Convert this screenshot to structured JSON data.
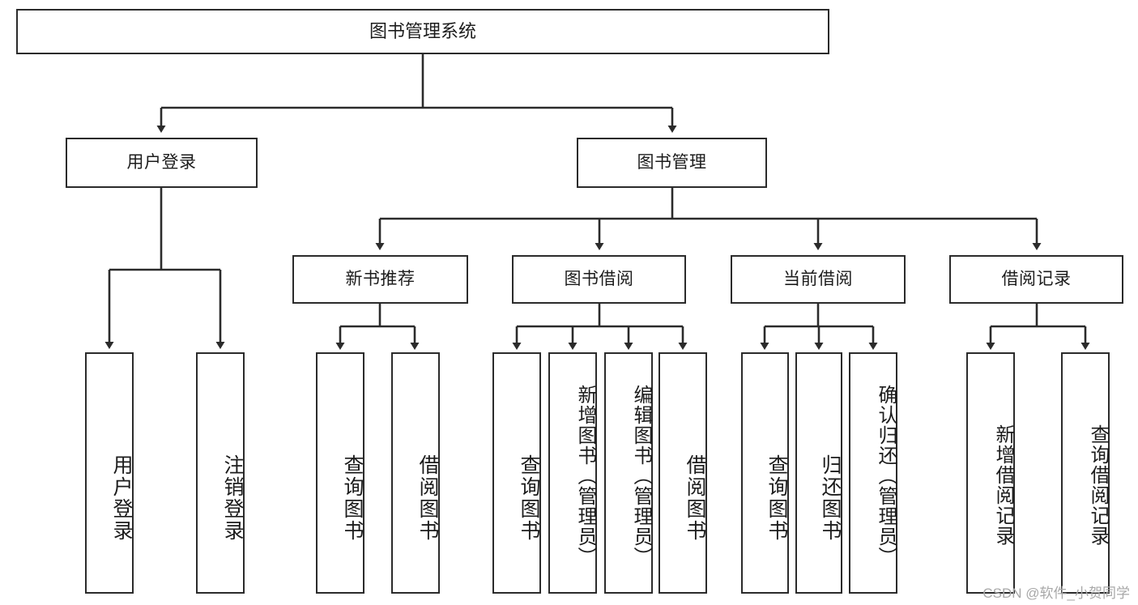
{
  "diagram": {
    "title": "图书管理系统",
    "watermark": "CSDN @软件_小贺同学",
    "colors": {
      "stroke": "#2b2b2b",
      "fill": "#ffffff",
      "text": "#1c1c1c",
      "watermark": "#a8a8a8"
    },
    "nodes": {
      "root": {
        "label": "图书管理系统"
      },
      "level2": [
        {
          "id": "user-login",
          "label": "用户登录"
        },
        {
          "id": "book-manage",
          "label": "图书管理"
        }
      ],
      "level3": [
        {
          "id": "new-book-recommend",
          "label": "新书推荐"
        },
        {
          "id": "book-borrow",
          "label": "图书借阅"
        },
        {
          "id": "current-borrow",
          "label": "当前借阅"
        },
        {
          "id": "borrow-record",
          "label": "借阅记录"
        }
      ],
      "leaves": [
        {
          "id": "leaf-user-login",
          "label": "用户登录",
          "parent": "user-login"
        },
        {
          "id": "leaf-logout",
          "label": "注销登录",
          "parent": "user-login"
        },
        {
          "id": "leaf-query-book-1",
          "label": "查询图书",
          "parent": "new-book-recommend"
        },
        {
          "id": "leaf-borrow-book-1",
          "label": "借阅图书",
          "parent": "new-book-recommend"
        },
        {
          "id": "leaf-query-book-2",
          "label": "查询图书",
          "parent": "book-borrow"
        },
        {
          "id": "leaf-add-book",
          "label": "新增图书（管理员）",
          "parent": "book-borrow"
        },
        {
          "id": "leaf-edit-book",
          "label": "编辑图书（管理员）",
          "parent": "book-borrow"
        },
        {
          "id": "leaf-borrow-book-2",
          "label": "借阅图书",
          "parent": "book-borrow"
        },
        {
          "id": "leaf-query-book-3",
          "label": "查询图书",
          "parent": "current-borrow"
        },
        {
          "id": "leaf-return-book",
          "label": "归还图书",
          "parent": "current-borrow"
        },
        {
          "id": "leaf-confirm-return",
          "label": "确认归还（管理员）",
          "parent": "current-borrow"
        },
        {
          "id": "leaf-add-record",
          "label": "新增借阅记录",
          "parent": "borrow-record"
        },
        {
          "id": "leaf-query-record",
          "label": "查询借阅记录",
          "parent": "borrow-record"
        }
      ]
    }
  }
}
